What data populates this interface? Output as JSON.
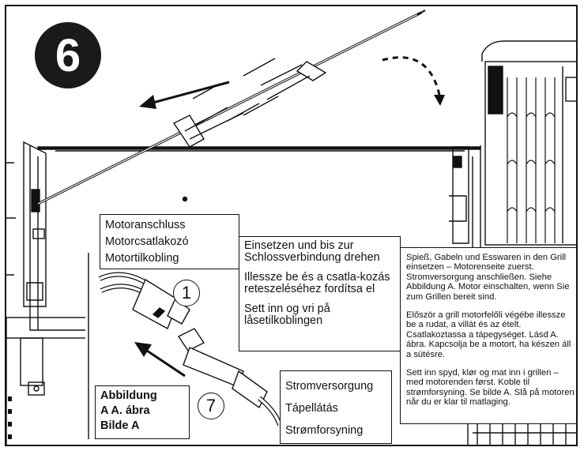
{
  "step": "6",
  "motor_box": [
    "Motoranschluss",
    "Motorcsatlakozó",
    "Motortilkobling"
  ],
  "insert_box": [
    "Einsetzen und bis zur Schlossverbindung drehen",
    "Illessze be és a csatla-kozás reteszeléséhez fordítsa el",
    "Sett inn og vri på låsetilkoblingen"
  ],
  "power_box": [
    "Stromversorgung",
    "Tápellátás",
    "Strømforsyning"
  ],
  "info_box": [
    "Spieß, Gabeln und Esswaren in den Grill einsetzen – Motorenseite zuerst. Stromversorgung anschließen. Siehe Abbildung A. Motor einschalten, wenn Sie zum Grillen bereit sind.",
    "Először a grill motorfelőli végébe illessze be a rudat, a villát és az ételt. Csatlakoztassa a tápegységet. Lásd A. ábra. Kapcsolja be a motort, ha készen áll a sütésre.",
    "Sett inn spyd, klør og mat inn i grillen – med motorenden først. Koble til strømforsyning. Se bilde A. Slå på motoren når du er klar til matlaging."
  ],
  "figure_label": [
    "Abbildung",
    "A A. ábra",
    "Bilde A"
  ],
  "callouts": {
    "one": "1",
    "seven": "7"
  },
  "icons": [
    "step-badge",
    "direction-arrow-icon",
    "curved-arrow-icon",
    "plug-connector-icon"
  ]
}
